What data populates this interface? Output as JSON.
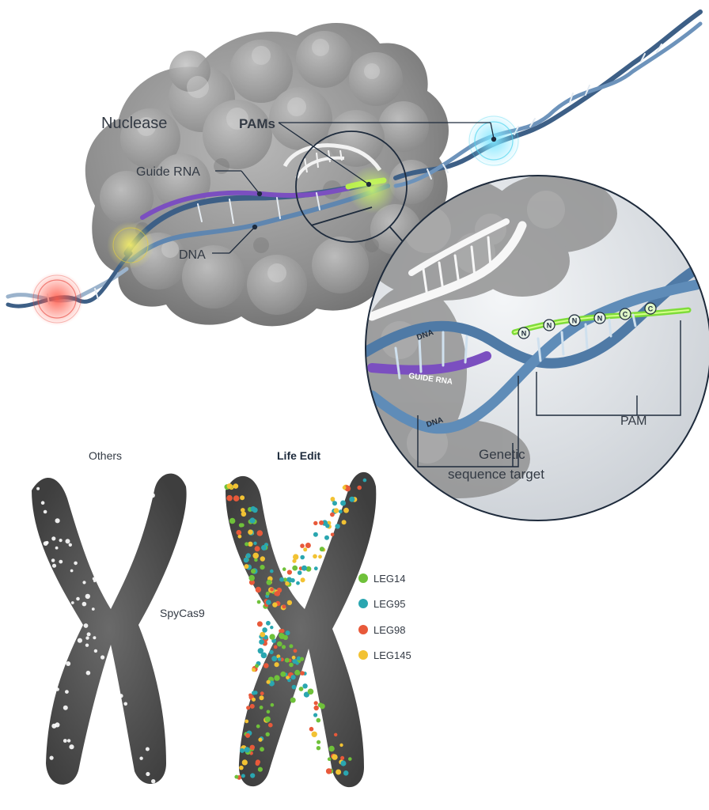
{
  "labels": {
    "nuclease": "Nuclease",
    "pams": "PAMs",
    "guide_rna": "Guide RNA",
    "dna": "DNA",
    "zoom_dna_top": "DNA",
    "zoom_guide_rna": "GUIDE RNA",
    "zoom_dna_bottom": "DNA",
    "pam": "PAM",
    "genetic_target_line1": "Genetic",
    "genetic_target_line2": "sequence target",
    "others": "Others",
    "life_edit": "Life Edit",
    "spycas9": "SpyCas9"
  },
  "pam_bases": [
    "N",
    "N",
    "N",
    "N",
    "C",
    "C"
  ],
  "legend": [
    {
      "label": "LEG14",
      "color": "#6fc13a"
    },
    {
      "label": "LEG95",
      "color": "#2aa6b0"
    },
    {
      "label": "LEG98",
      "color": "#e8593a"
    },
    {
      "label": "LEG145",
      "color": "#f2c233"
    }
  ],
  "colors": {
    "protein": "#9a9a9a",
    "dna_strand": "#3d5f86",
    "dna_light": "#6d93bb",
    "guide_rna": "#7b4fc0",
    "pam_green": "#7fdc3a",
    "highlight_red": "#e8423a",
    "highlight_yellow": "#f1e24a",
    "highlight_cyan": "#4fd4ee",
    "chromosome": "#5a5a5a",
    "outline": "#1e2b3c"
  }
}
